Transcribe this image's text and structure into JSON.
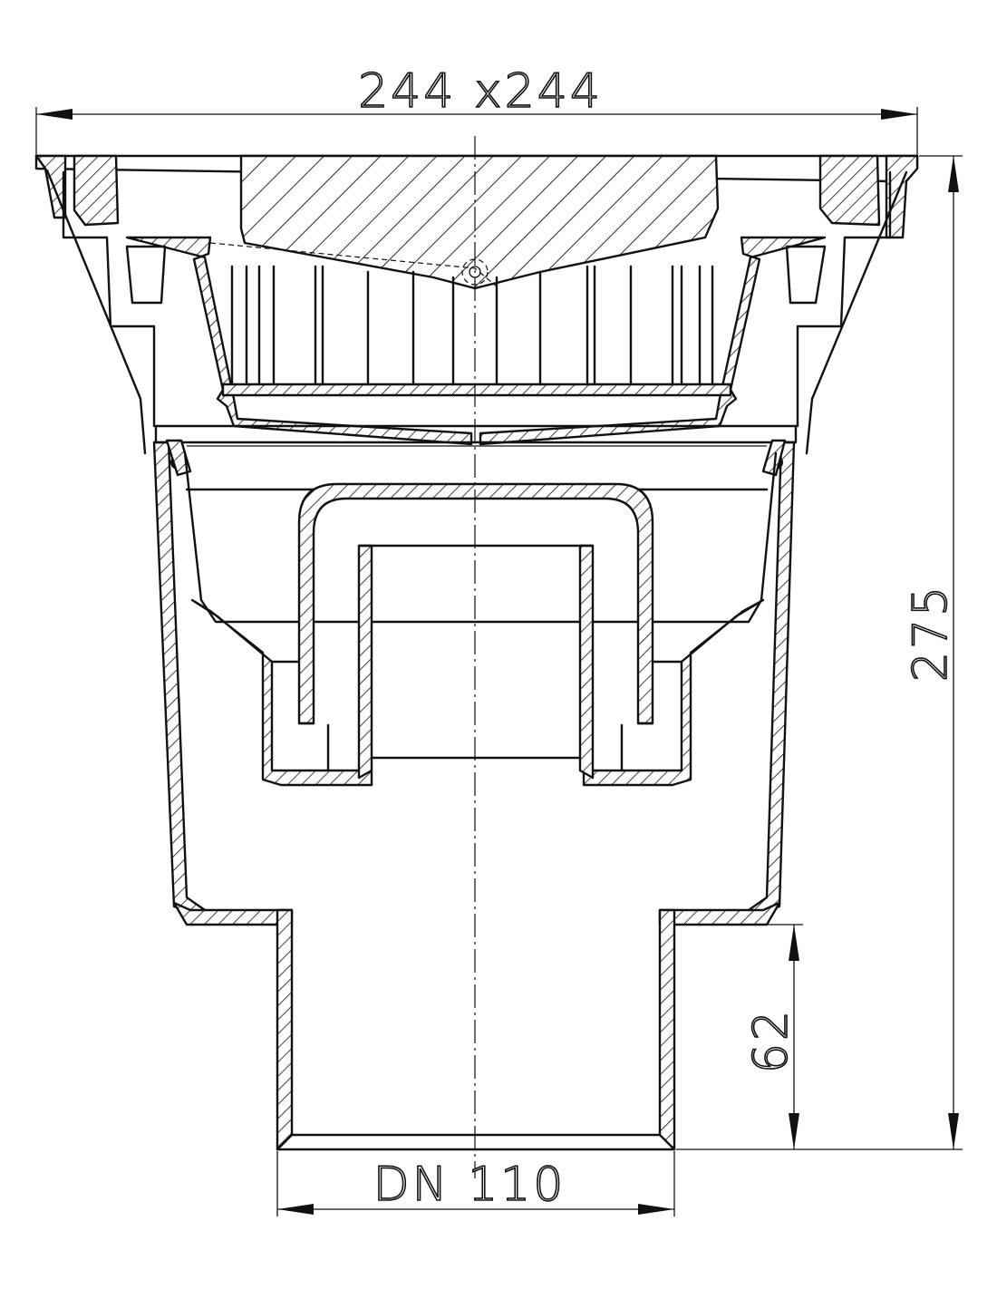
{
  "dimensions": {
    "top_width": "244 x244",
    "total_height": "275",
    "spigot_length": "62",
    "outlet_diameter": "DN 110"
  }
}
